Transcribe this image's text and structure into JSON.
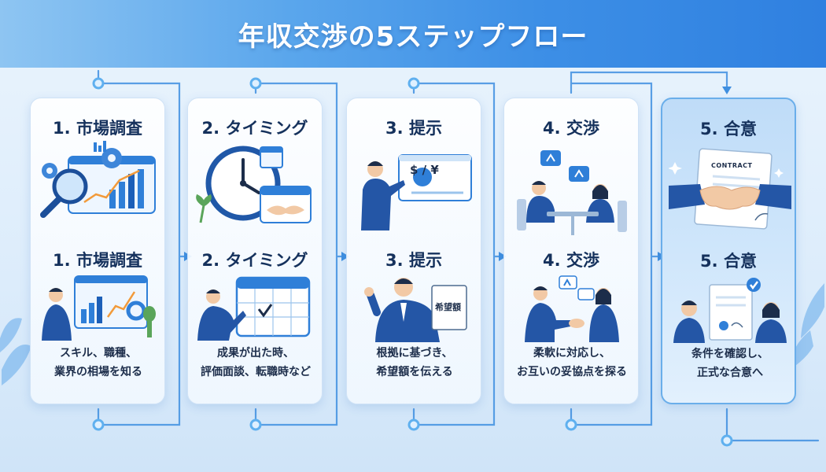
{
  "header": {
    "title": "年収交渉の5ステップフロー"
  },
  "colors": {
    "banner_start": "#8ec5f2",
    "banner_end": "#2f80e0",
    "flow_line": "#3f8fe0",
    "title_text": "#15315c",
    "accent": "#2f7fd8"
  },
  "steps": [
    {
      "title_top": "1. 市場調査",
      "title_bottom": "1. 市場調査",
      "desc_line1": "スキル、職種、",
      "desc_line2": "業界の相場を知る",
      "icons": [
        "magnifier-chart-icon",
        "analyst-dashboard-icon"
      ]
    },
    {
      "title_top": "2. タイミング",
      "title_bottom": "2. タイミング",
      "desc_line1": "成果が出た時、",
      "desc_line2": "評価面談、転職時など",
      "icons": [
        "clock-calendar-handshake-icon",
        "calendar-check-icon"
      ]
    },
    {
      "title_top": "3. 提示",
      "title_bottom": "3. 提示",
      "desc_line1": "根拠に基づき、",
      "desc_line2": "希望額を伝える",
      "icon_label_top": "$ / ¥",
      "icon_label_bottom": "希望額",
      "icons": [
        "presenter-board-icon",
        "person-holding-paper-icon"
      ]
    },
    {
      "title_top": "4. 交渉",
      "title_bottom": "4. 交渉",
      "desc_line1": "柔軟に対応し、",
      "desc_line2": "お互いの妥協点を探る",
      "icons": [
        "meeting-table-icon",
        "handshake-people-icon"
      ]
    },
    {
      "title_top": "5. 合意",
      "title_bottom": "5. 合意",
      "desc_line1": "条件を確認し、",
      "desc_line2": "正式な合意へ",
      "icon_label_top": "CONTRACT",
      "icons": [
        "contract-handshake-icon",
        "agreement-document-icon"
      ]
    }
  ]
}
